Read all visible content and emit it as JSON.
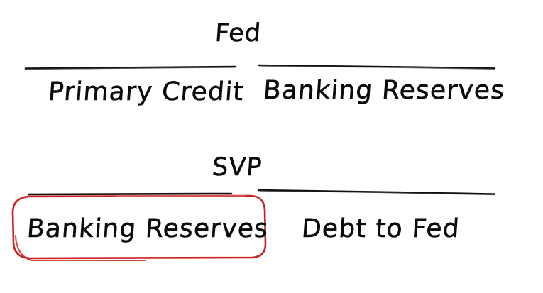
{
  "diagram": {
    "title_hidden": "",
    "background_color": "#ffffff",
    "ink_color": "#0b0b0b",
    "highlight_color": "#cc2222",
    "accounts": [
      {
        "name": "Fed",
        "assets_label": "Primary Credit",
        "liabilities_label": "Banking Reserves",
        "assets_highlighted": false,
        "liabilities_highlighted": false
      },
      {
        "name": "SVP",
        "assets_label": "Banking Reserves",
        "liabilities_label": "Debt to Fed",
        "assets_highlighted": true,
        "liabilities_highlighted": false
      }
    ],
    "annotation": {
      "type": "rounded-rectangle-highlight",
      "color": "#cc2222",
      "targets": "SVP assets: Banking Reserves"
    }
  }
}
